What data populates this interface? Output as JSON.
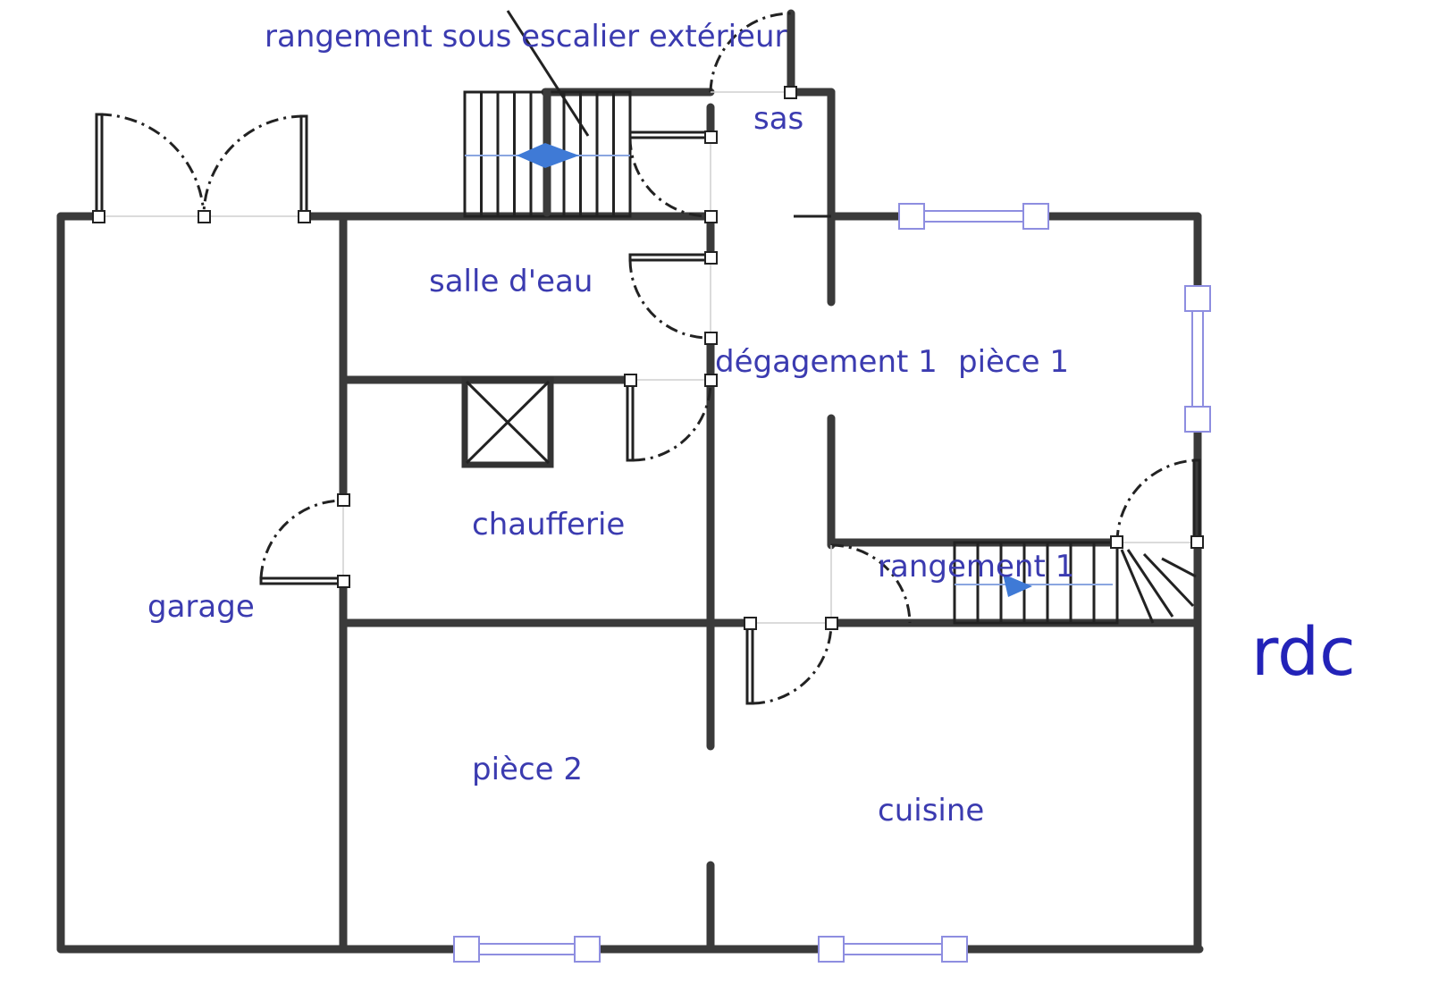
{
  "plan": {
    "level": "rdc",
    "rooms": {
      "rangement_sous_escalier": "rangement sous escalier extérieur",
      "sas": "sas",
      "salle_eau": "salle d'eau",
      "degagement": "dégagement 1",
      "piece1": "pièce 1",
      "chaufferie": "chaufferie",
      "garage": "garage",
      "rangement1": "rangement 1",
      "piece2": "pièce 2",
      "cuisine": "cuisine"
    }
  },
  "colors": {
    "label": "#3b3bb0",
    "wall": "#3a3a3a",
    "window": "#8e8ee0",
    "arrow": "#3f7ad6"
  }
}
